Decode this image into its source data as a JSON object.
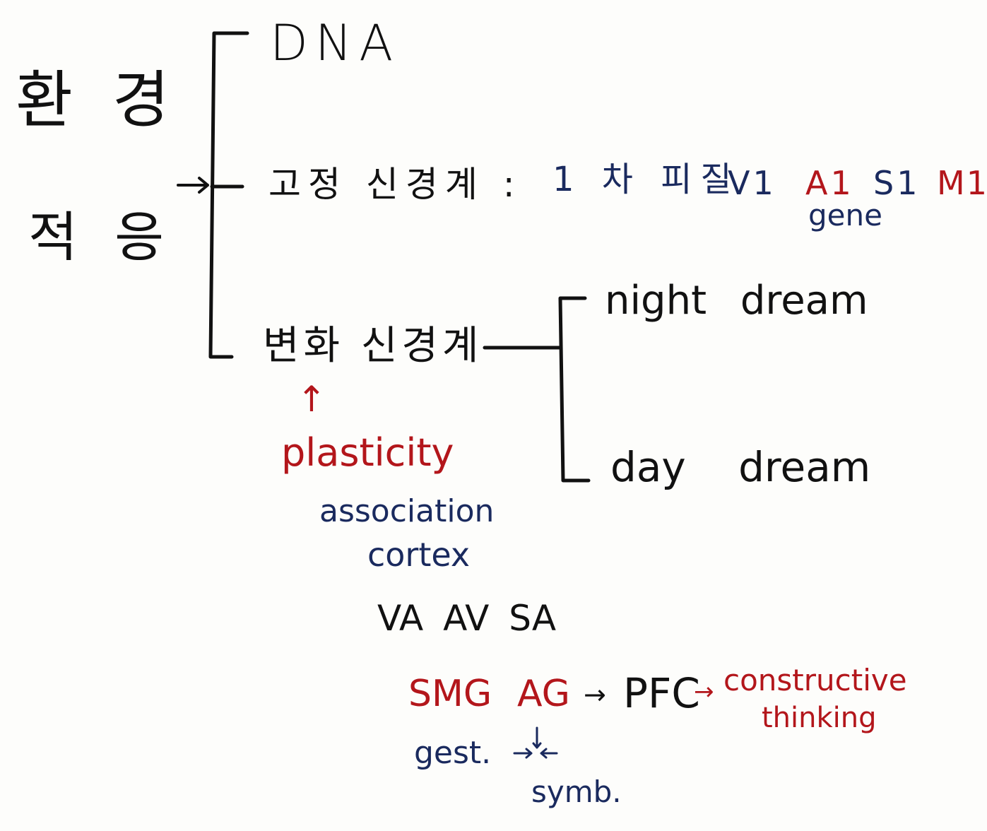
{
  "colors": {
    "black_ink": "#111111",
    "red_ink": "#b3161b",
    "blue_ink": "#1a2a5e"
  },
  "root": {
    "line1": "환 경",
    "line2": "적 응"
  },
  "branches": {
    "dna": "DNA",
    "fixed_system": "고정 신경계 :",
    "changing_system": "변화 신경계"
  },
  "fixed_row": {
    "primary_cortex": "1 차 피질",
    "areas": [
      "V1",
      "A1",
      "S1",
      "M1"
    ],
    "gene_note": "gene"
  },
  "dreams": {
    "night": "night dream",
    "day": "day dream"
  },
  "plasticity": {
    "arrow": "↑",
    "label": "plasticity"
  },
  "association": {
    "line1": "association",
    "line2": "cortex",
    "areas": "VA AV SA"
  },
  "bottom": {
    "smg": "SMG",
    "ag": "AG",
    "arrow1": "→",
    "pfc": "PFC",
    "arrow2": "→",
    "constructive_line1": "constructive",
    "constructive_line2": "thinking",
    "gest_note": "gest.",
    "symb_note": "symb."
  }
}
